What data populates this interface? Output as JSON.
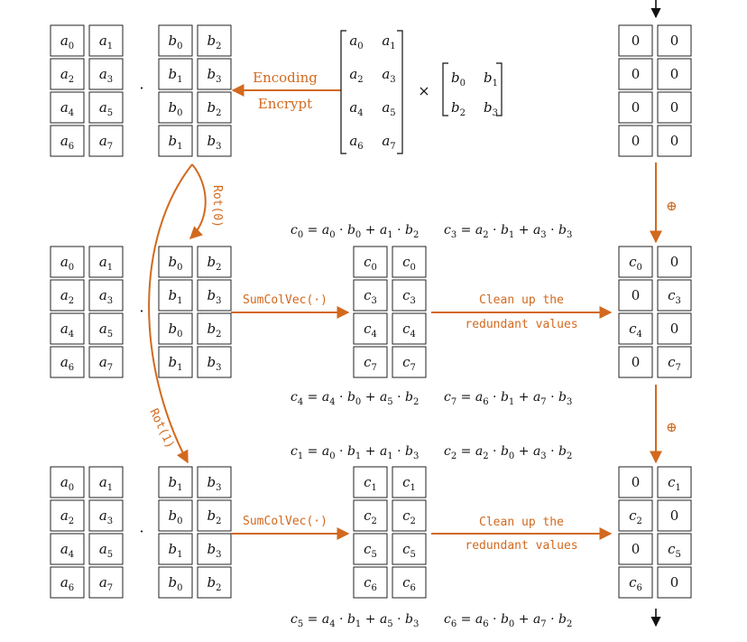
{
  "colors": {
    "accent": "#d2691e",
    "stroke": "#222222",
    "text": "#111111"
  },
  "top": {
    "matA": [
      [
        "a0",
        "a1"
      ],
      [
        "a2",
        "a3"
      ],
      [
        "a4",
        "a5"
      ],
      [
        "a6",
        "a7"
      ]
    ],
    "dot": "·",
    "matB": [
      [
        "b0",
        "b2"
      ],
      [
        "b1",
        "b3"
      ],
      [
        "b0",
        "b2"
      ],
      [
        "b1",
        "b3"
      ]
    ],
    "encoding_label": "Encoding",
    "encrypt_label": "Encrypt",
    "matrixA": [
      [
        "a0",
        "a1"
      ],
      [
        "a2",
        "a3"
      ],
      [
        "a4",
        "a5"
      ],
      [
        "a6",
        "a7"
      ]
    ],
    "times": "×",
    "matrixB": [
      [
        "b0",
        "b1"
      ],
      [
        "b2",
        "b3"
      ]
    ],
    "result": [
      [
        "0",
        "0"
      ],
      [
        "0",
        "0"
      ],
      [
        "0",
        "0"
      ],
      [
        "0",
        "0"
      ]
    ]
  },
  "rot0_label": "Rot(0)",
  "rot1_label": "Rot(1)",
  "oplus": "⊕",
  "row2": {
    "eq_top_left": "c0 = a0 · b0 + a1 · b2",
    "eq_top_right": "c3 = a2 · b1 + a3 · b3",
    "matA": [
      [
        "a0",
        "a1"
      ],
      [
        "a2",
        "a3"
      ],
      [
        "a4",
        "a5"
      ],
      [
        "a6",
        "a7"
      ]
    ],
    "dot": "·",
    "matB": [
      [
        "b0",
        "b2"
      ],
      [
        "b1",
        "b3"
      ],
      [
        "b0",
        "b2"
      ],
      [
        "b1",
        "b3"
      ]
    ],
    "sumcol_label": "SumColVec(·)",
    "mid": [
      [
        "c0",
        "c0"
      ],
      [
        "c3",
        "c3"
      ],
      [
        "c4",
        "c4"
      ],
      [
        "c7",
        "c7"
      ]
    ],
    "clean_line1": "Clean up the",
    "clean_line2": "redundant values",
    "result": [
      [
        "c0",
        "0"
      ],
      [
        "0",
        "c3"
      ],
      [
        "c4",
        "0"
      ],
      [
        "0",
        "c7"
      ]
    ],
    "eq_bot_left": "c4 = a4 · b0 + a5 · b2",
    "eq_bot_right": "c7 = a6 · b1 + a7 · b3"
  },
  "row3": {
    "eq_top_left": "c1 = a0 · b1 + a1 · b3",
    "eq_top_right": "c2 = a2 · b0 + a3 · b2",
    "matA": [
      [
        "a0",
        "a1"
      ],
      [
        "a2",
        "a3"
      ],
      [
        "a4",
        "a5"
      ],
      [
        "a6",
        "a7"
      ]
    ],
    "dot": "·",
    "matB": [
      [
        "b1",
        "b3"
      ],
      [
        "b0",
        "b2"
      ],
      [
        "b1",
        "b3"
      ],
      [
        "b0",
        "b2"
      ]
    ],
    "sumcol_label": "SumColVec(·)",
    "mid": [
      [
        "c1",
        "c1"
      ],
      [
        "c2",
        "c2"
      ],
      [
        "c5",
        "c5"
      ],
      [
        "c6",
        "c6"
      ]
    ],
    "clean_line1": "Clean up the",
    "clean_line2": "redundant values",
    "result": [
      [
        "0",
        "c1"
      ],
      [
        "c2",
        "0"
      ],
      [
        "0",
        "c5"
      ],
      [
        "c6",
        "0"
      ]
    ],
    "eq_bot_left": "c5 = a4 · b1 + a5 · b3",
    "eq_bot_right": "c6 = a6 · b0 + a7 · b2"
  }
}
